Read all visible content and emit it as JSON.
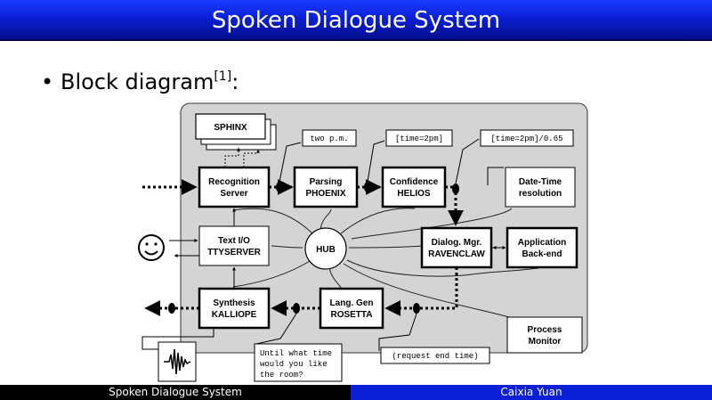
{
  "slide": {
    "title": "Spoken Dialogue System",
    "bullet": "Block diagram",
    "bullet_ref": "[1]",
    "bullet_suffix": ":"
  },
  "diagram": {
    "nodes": {
      "sphinx": "SPHINX",
      "recognition_l1": "Recognition",
      "recognition_l2": "Server",
      "parsing_l1": "Parsing",
      "parsing_l2": "PHOENIX",
      "confidence_l1": "Confidence",
      "confidence_l2": "HELIOS",
      "datetime_l1": "Date-Time",
      "datetime_l2": "resolution",
      "textio_l1": "Text I/O",
      "textio_l2": "TTYSERVER",
      "hub": "HUB",
      "dialog_l1": "Dialog. Mgr.",
      "dialog_l2": "RAVENCLAW",
      "app_l1": "Application",
      "app_l2": "Back-end",
      "synthesis_l1": "Synthesis",
      "synthesis_l2": "KALLIOPE",
      "langgen_l1": "Lang. Gen",
      "langgen_l2": "ROSETTA",
      "monitor_l1": "Process",
      "monitor_l2": "Monitor"
    },
    "callouts": {
      "two_pm": "two p.m.",
      "time_2pm": "[time=2pm]",
      "time_conf": "[time=2pm]/0.65",
      "request": "(request end time)",
      "until_l1": "Until what time",
      "until_l2": "would you like",
      "until_l3": "the room?"
    }
  },
  "footer": {
    "left": "Spoken Dialogue System",
    "right": "Caixia Yuan"
  },
  "colors": {
    "title_bar": "#0b1fd6",
    "footer_left": "#000000",
    "footer_right": "#0b1fd6",
    "diagram_bg": "#d4d4d4"
  }
}
